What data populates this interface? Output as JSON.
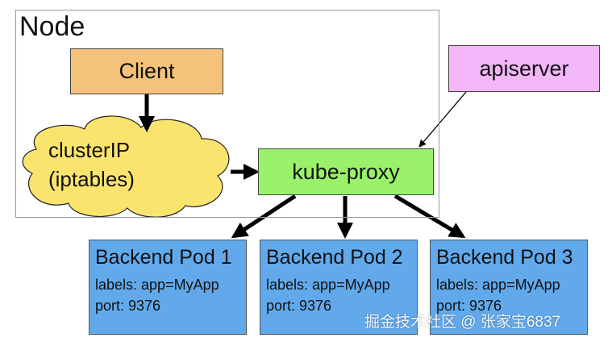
{
  "node": {
    "label": "Node"
  },
  "client": {
    "label": "Client",
    "color": "#f4c27a"
  },
  "cluster_ip": {
    "line1": "clusterIP",
    "line2": "(iptables)",
    "color": "#fbe46e"
  },
  "apiserver": {
    "label": "apiserver",
    "color": "#f3b6f8"
  },
  "kube_proxy": {
    "label": "kube-proxy",
    "color": "#99f269"
  },
  "pods": [
    {
      "title": "Backend Pod 1",
      "labels": "labels: app=MyApp",
      "port": "port: 9376"
    },
    {
      "title": "Backend Pod 2",
      "labels": "labels: app=MyApp",
      "port": "port: 9376"
    },
    {
      "title": "Backend Pod 3",
      "labels": "labels: app=MyApp",
      "port": "port: 9376"
    }
  ],
  "pod_color": "#62a9ec",
  "watermark": "掘金技术社区 @ 张家宝6837"
}
